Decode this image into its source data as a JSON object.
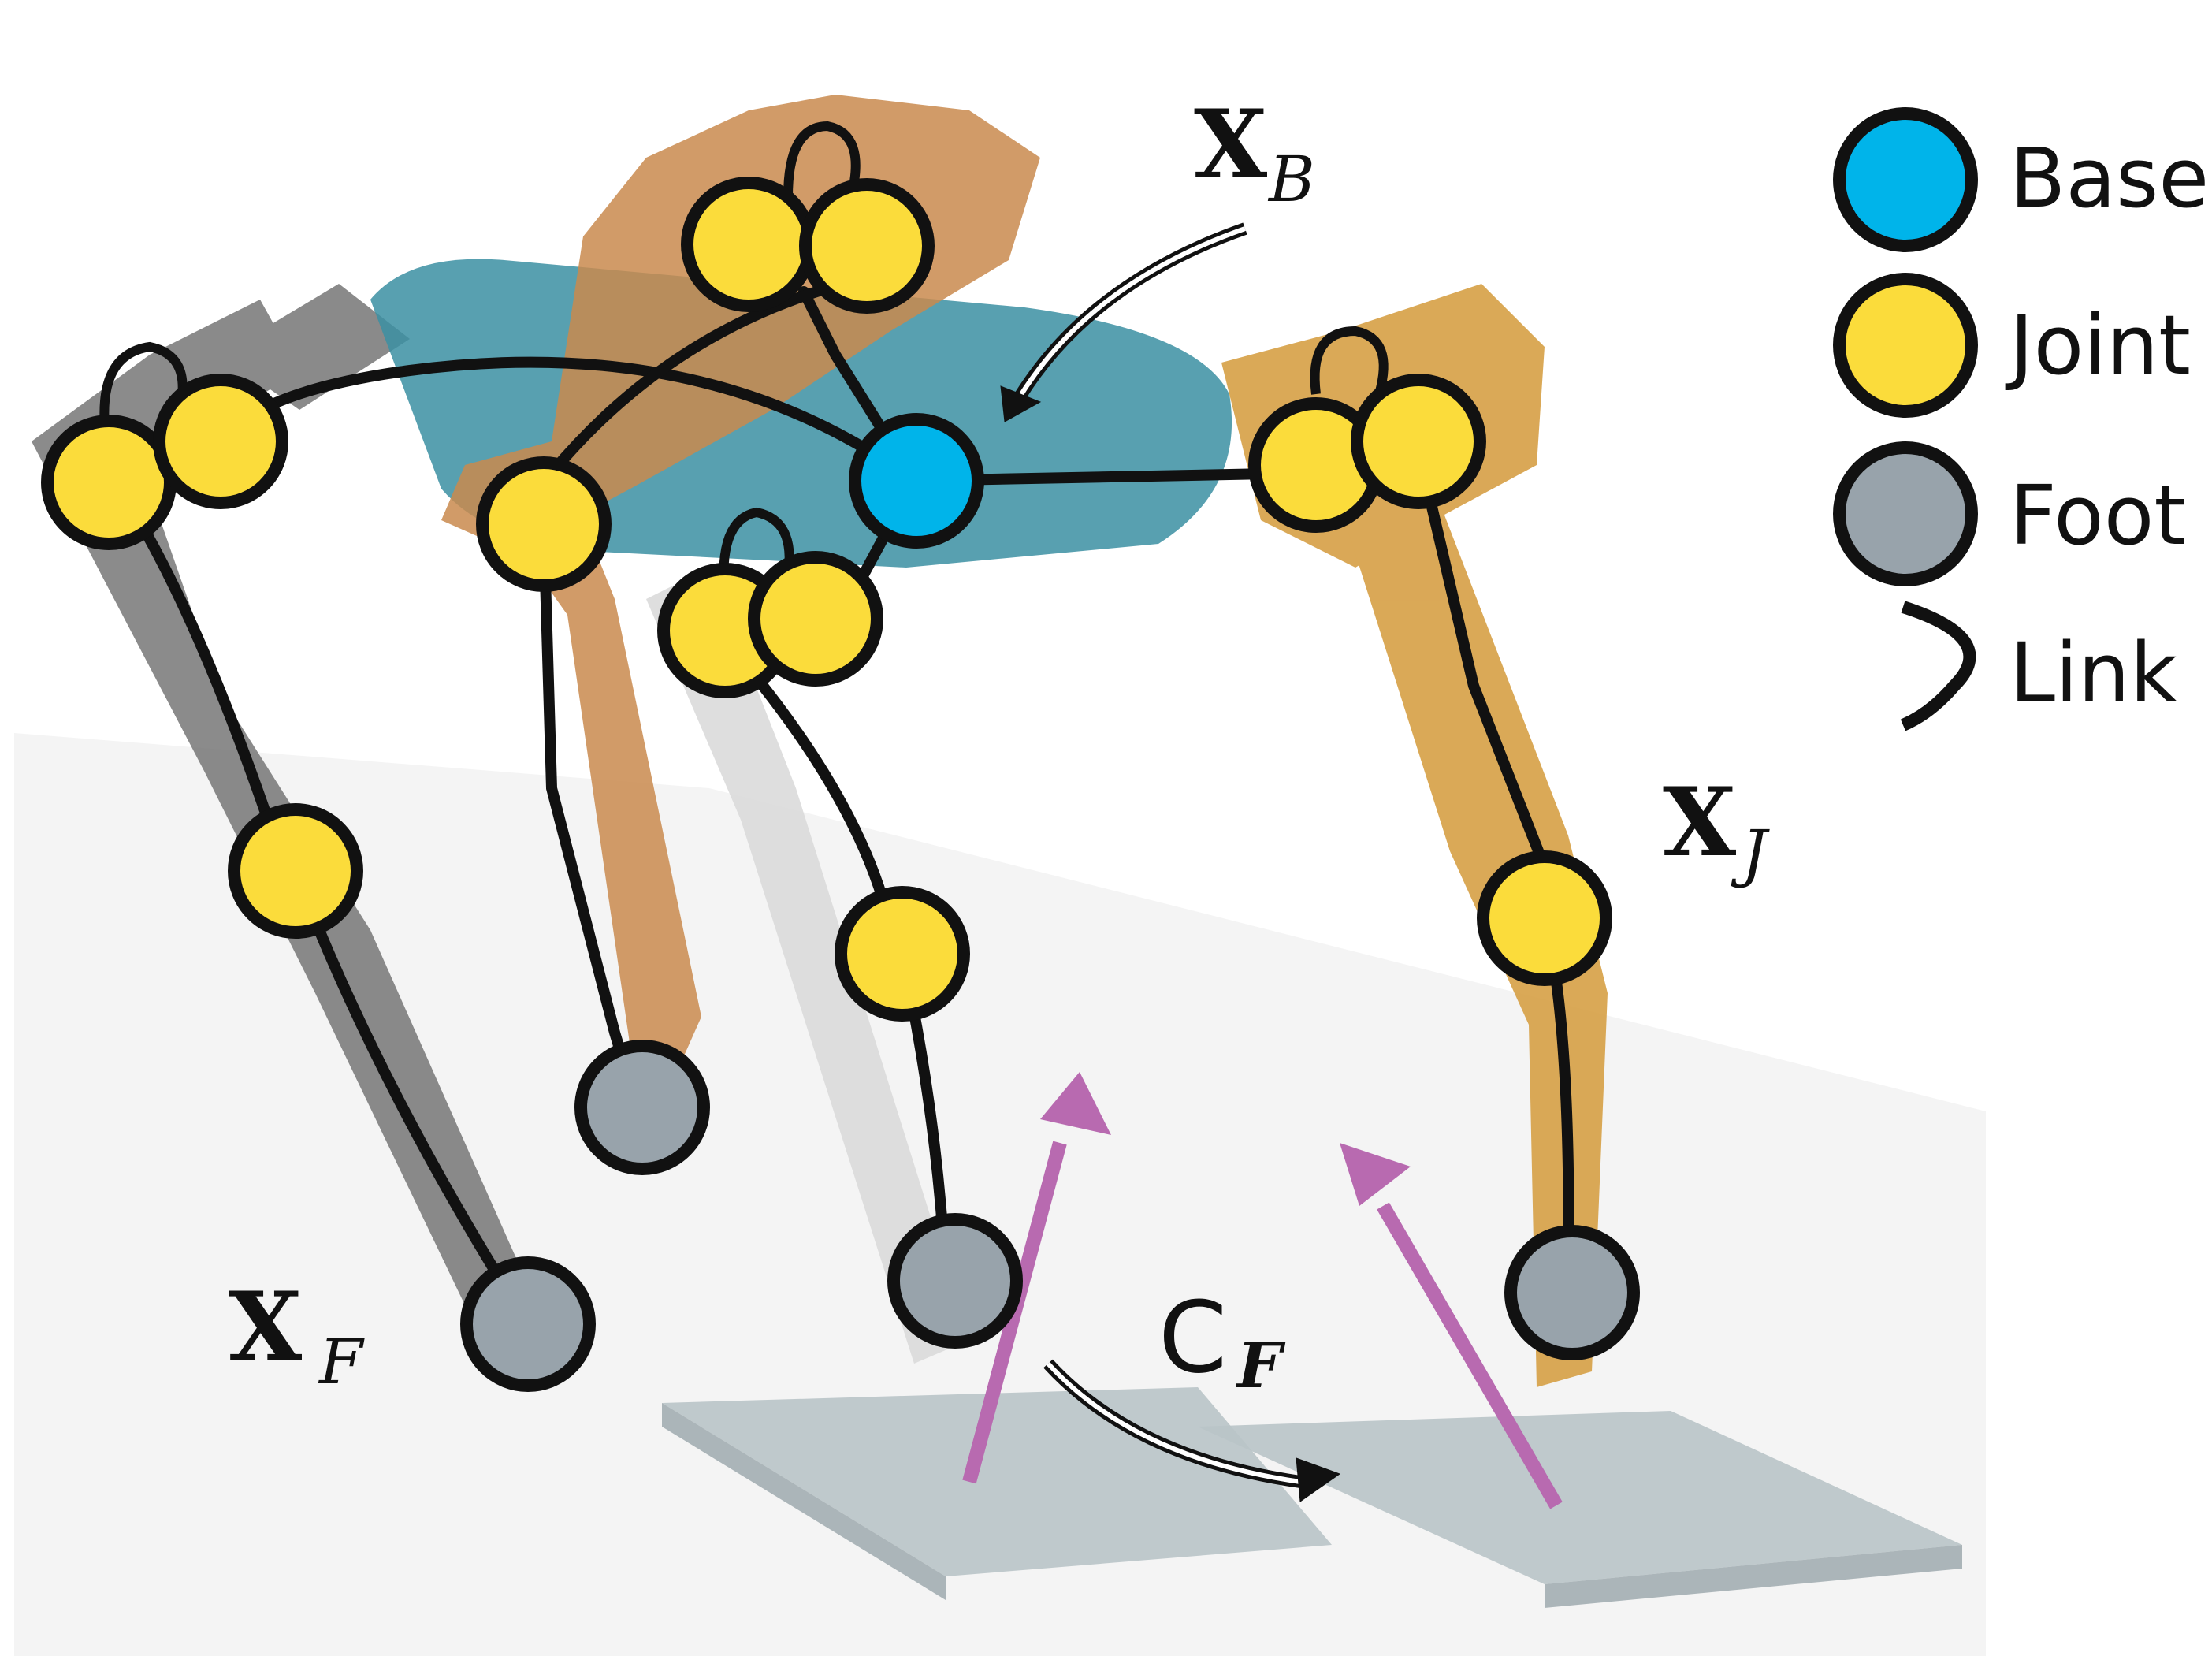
{
  "legend": {
    "items": [
      {
        "key": "base",
        "label": "Base",
        "color": "#00b4ea"
      },
      {
        "key": "joint",
        "label": "Joint",
        "color": "#fbdc3b"
      },
      {
        "key": "foot",
        "label": "Foot",
        "color": "#98a3ab"
      },
      {
        "key": "link",
        "label": "Link"
      }
    ]
  },
  "labels": {
    "base": {
      "main": "X",
      "sub": "B"
    },
    "joint": {
      "main": "X",
      "sub": "J"
    },
    "foot": {
      "main": "X",
      "sub": "F"
    },
    "contact": {
      "main": "C",
      "sub": "F"
    }
  },
  "colors": {
    "outline": "#111111",
    "body": "#3b8fa2",
    "leg_orange": "#c98a4e",
    "leg_gold": "#d49a3a",
    "leg_gray": "#6e6e6e",
    "leg_light": "#d8d8d8",
    "ground": "#ececec",
    "pad": "#b9c4c8",
    "force_arrow": "#b86ab0"
  },
  "icons": [
    "curved-arrow-icon",
    "force-arrow-icon",
    "link-arc-icon"
  ]
}
